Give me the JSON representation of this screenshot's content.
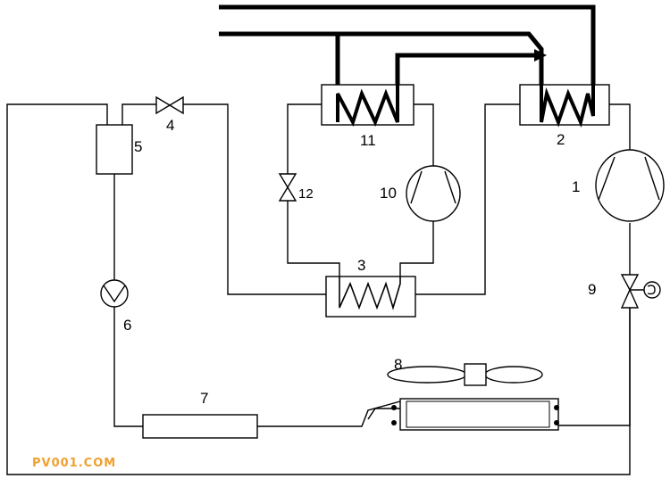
{
  "labels": {
    "compressor_1": "1",
    "heat_exchanger_2": "2",
    "heat_exchanger_3": "3",
    "valve_4": "4",
    "tank_5": "5",
    "pump_6": "6",
    "component_7": "7",
    "fan_8": "8",
    "valve_9": "9",
    "compressor_10": "10",
    "heat_exchanger_11": "11",
    "valve_12": "12"
  },
  "watermark": "PV001.COM",
  "colors": {
    "line": "#000000",
    "fill": "#ffffff",
    "watermark": "#f0a030"
  }
}
